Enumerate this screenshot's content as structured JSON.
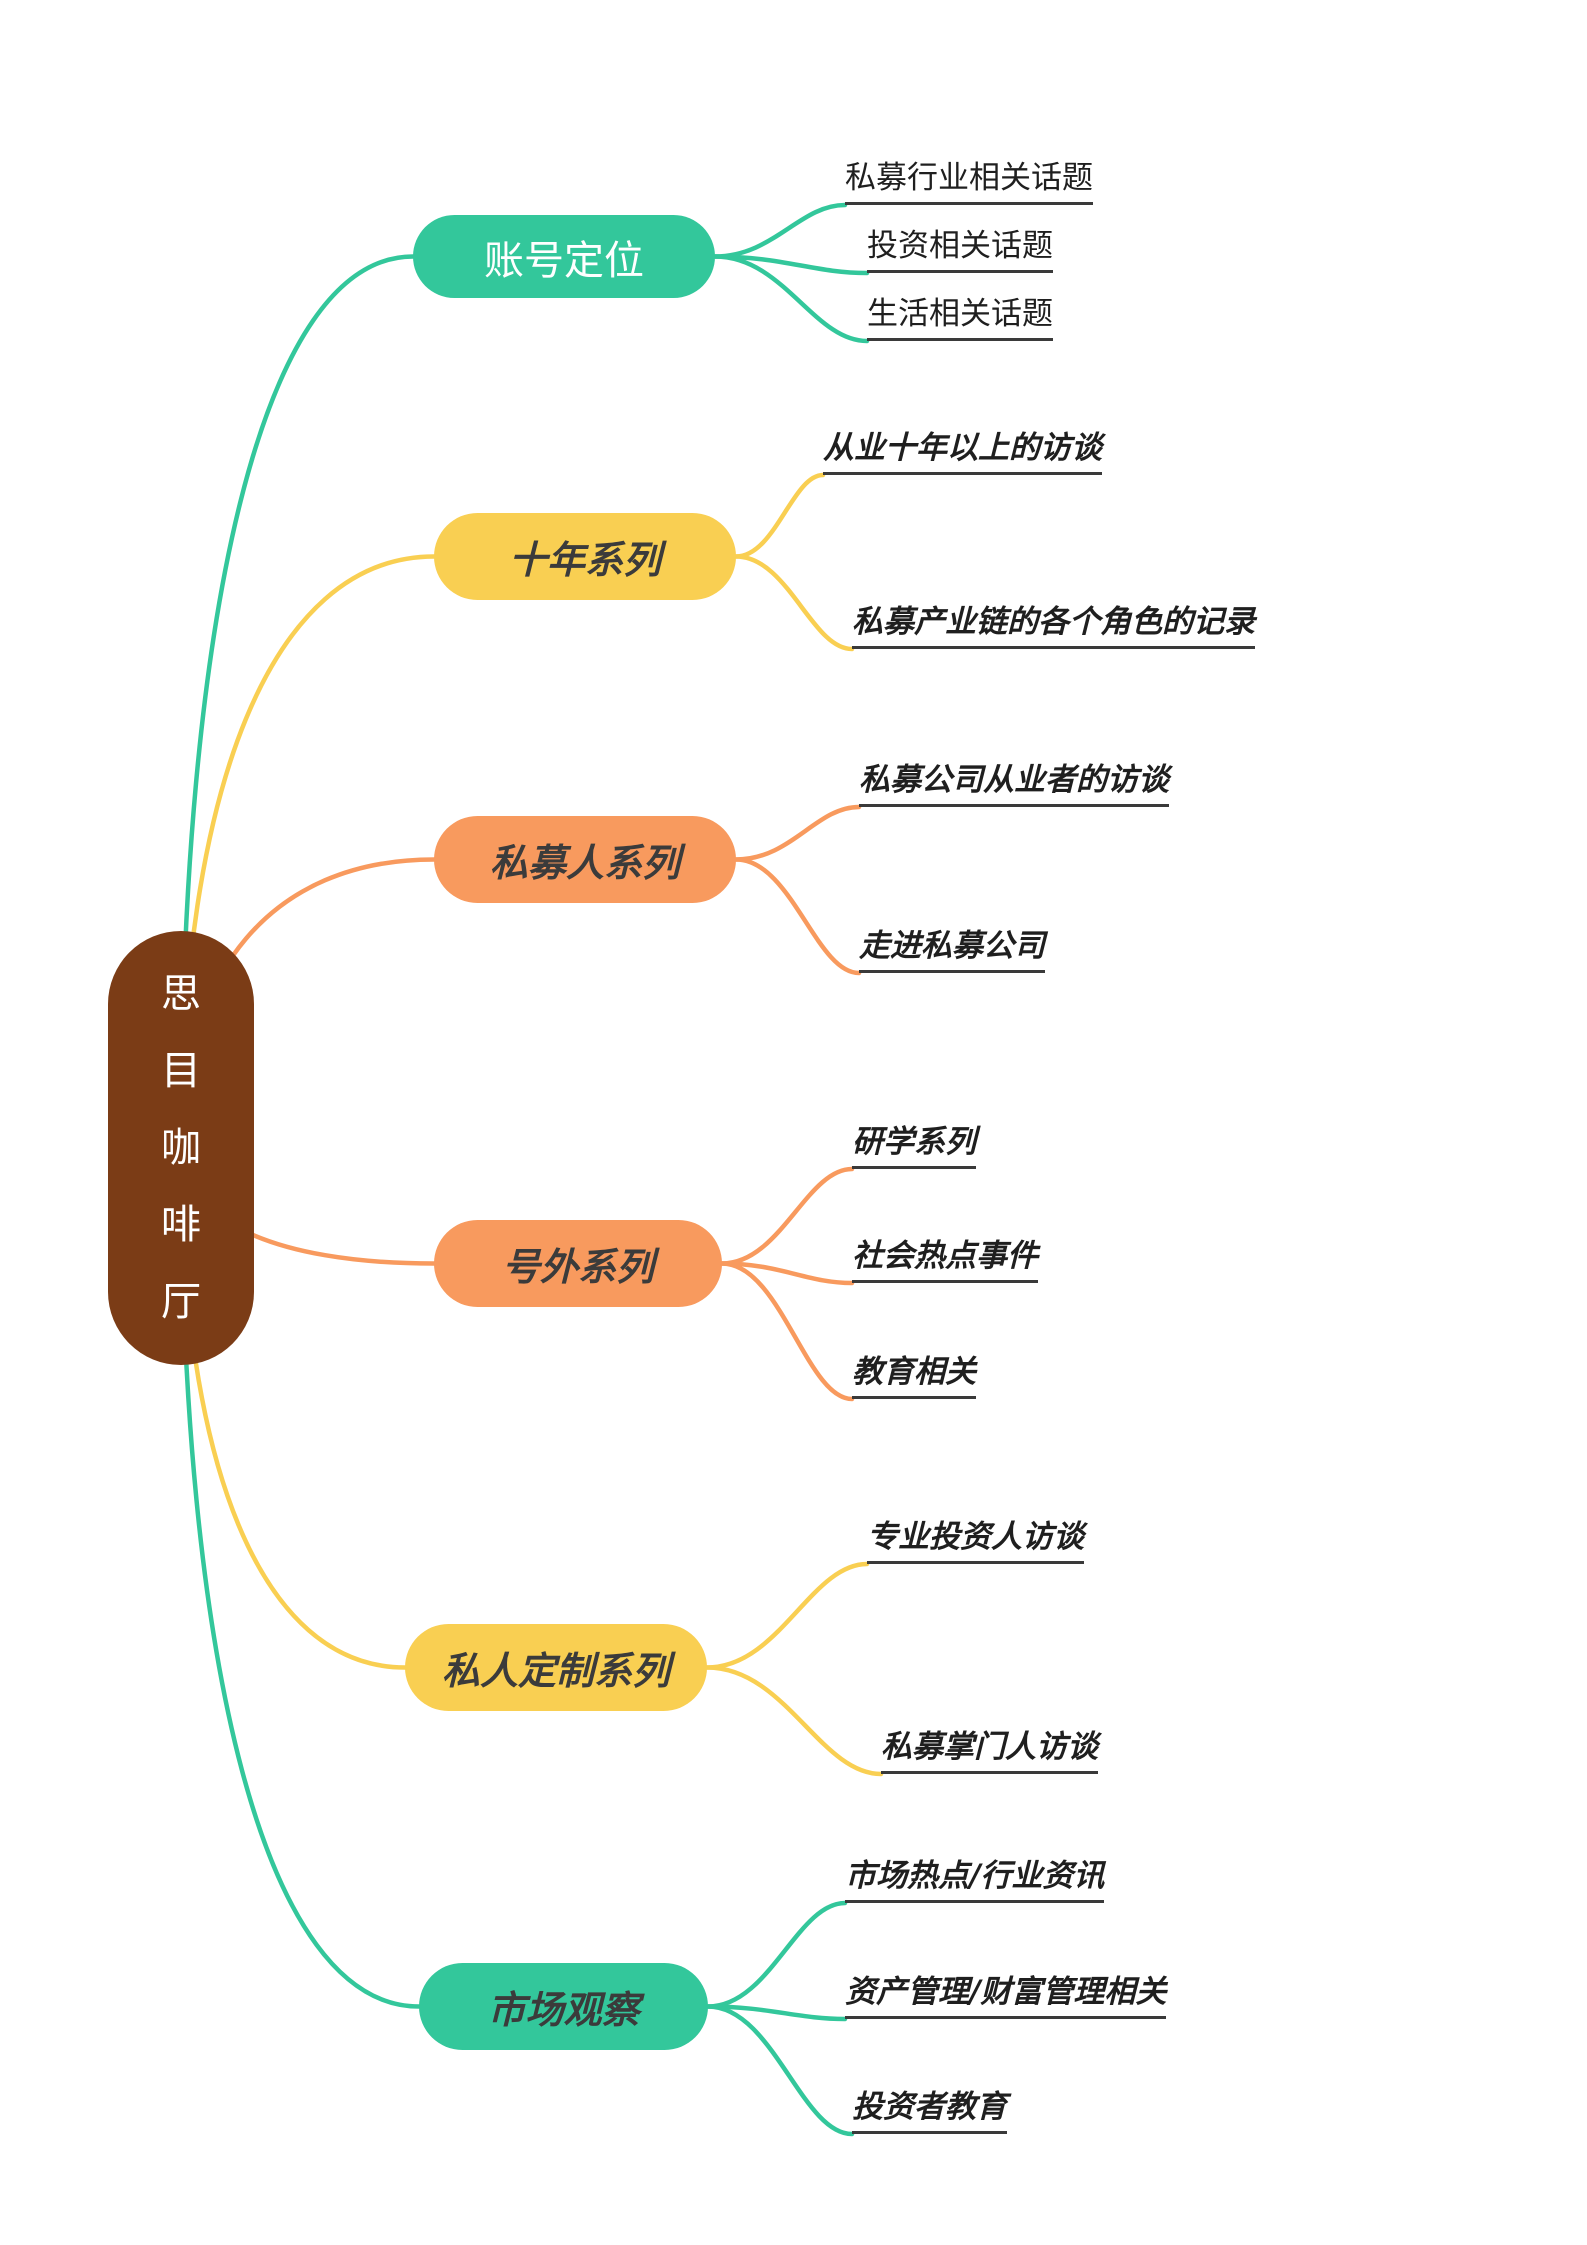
{
  "root": {
    "label": "思目咖啡厅"
  },
  "colors": {
    "green": "#33C79B",
    "yellow": "#F9CF52",
    "orange": "#F89A5E",
    "brown": "#7B3C16",
    "underline": "#3A3A3A",
    "dark_text": "#3B3B3B",
    "white_text": "#FFFFFF"
  },
  "branches": [
    {
      "label": "账号定位",
      "color": "green",
      "label_color": "#FFFFFF",
      "children": [
        "私募行业相关话题",
        "投资相关话题",
        "生活相关话题"
      ]
    },
    {
      "label": "十年系列",
      "color": "yellow",
      "label_color": "#3B3B3B",
      "children": [
        "从业十年以上的访谈",
        "私募产业链的各个角色的记录"
      ]
    },
    {
      "label": "私募人系列",
      "color": "orange",
      "label_color": "#3B3B3B",
      "children": [
        "私募公司从业者的访谈",
        "走进私募公司"
      ]
    },
    {
      "label": "号外系列",
      "color": "orange",
      "label_color": "#3B3B3B",
      "children": [
        "研学系列",
        "社会热点事件",
        "教育相关"
      ]
    },
    {
      "label": "私人定制系列",
      "color": "yellow",
      "label_color": "#3B3B3B",
      "children": [
        "专业投资人访谈",
        "私募掌门人访谈"
      ]
    },
    {
      "label": "市场观察",
      "color": "green",
      "label_color": "#3B3B3B",
      "children": [
        "市场热点/行业资讯",
        "资产管理/财富管理相关",
        "投资者教育"
      ]
    }
  ]
}
